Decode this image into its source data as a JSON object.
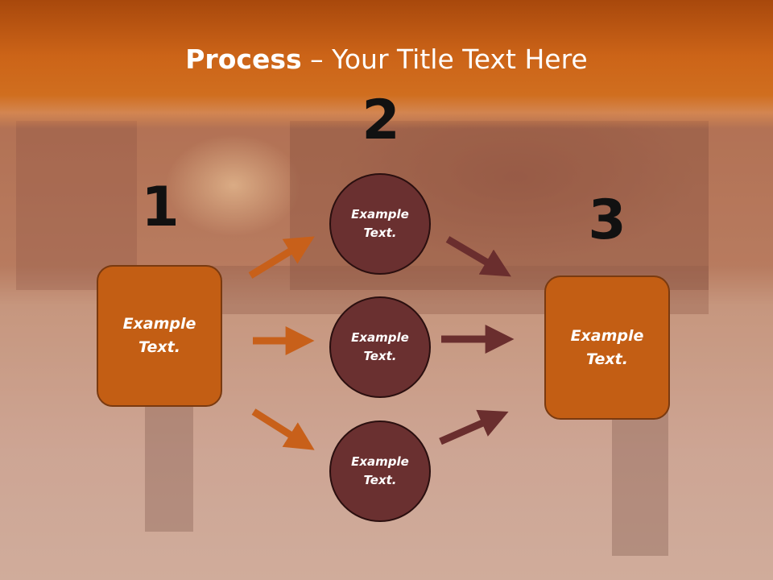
{
  "title": {
    "bold": "Process",
    "rest": " – Your Title Text Here"
  },
  "numbers": [
    "1",
    "2",
    "3"
  ],
  "left_box": {
    "line1": "Example",
    "line2": "Text."
  },
  "right_box": {
    "line1": "Example",
    "line2": "Text."
  },
  "circles": [
    {
      "line1": "Example",
      "line2": "Text."
    },
    {
      "line1": "Example",
      "line2": "Text."
    },
    {
      "line1": "Example",
      "line2": "Text."
    }
  ],
  "colors": {
    "title_bar": "#cc6418",
    "box_fill": "#c35e14",
    "circle_fill": "#6a3030",
    "orange_arrow": "#c8601a",
    "dark_arrow": "#6a2e2e"
  }
}
